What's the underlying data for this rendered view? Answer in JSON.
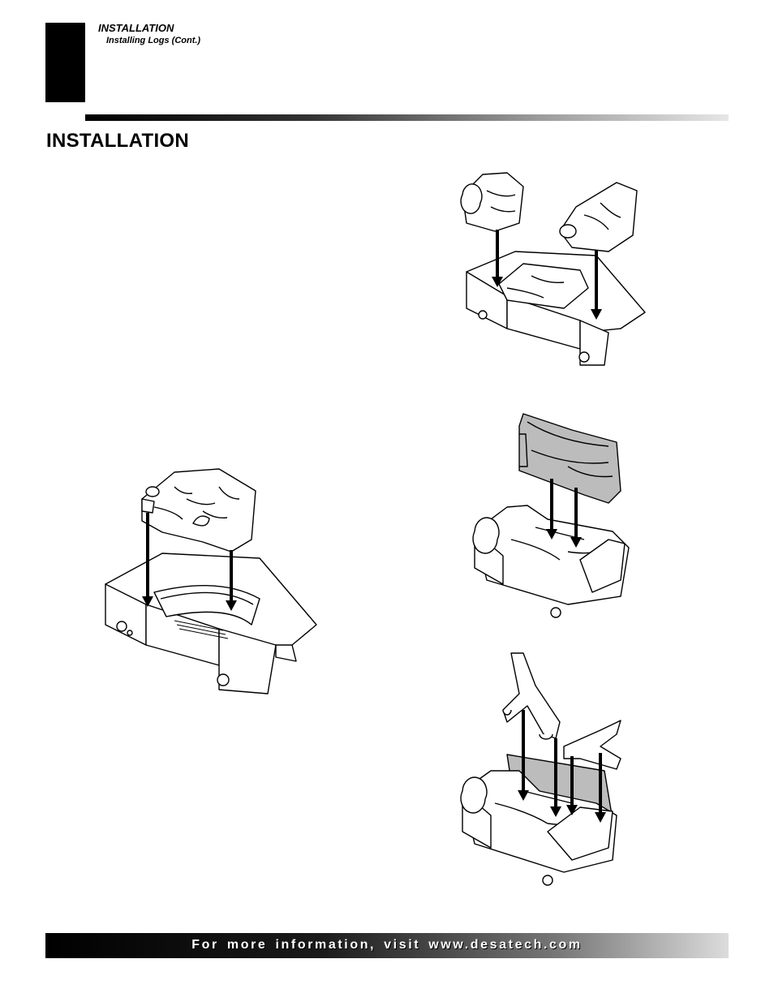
{
  "header": {
    "section": "INSTALLATION",
    "subsection": "Installing Logs (Cont.)"
  },
  "page_title": "INSTALLATION",
  "footer": {
    "text": "For more information, visit www.desatech.com"
  },
  "colors": {
    "rule_start": "#000000",
    "rule_end": "#e6e6e6",
    "footer_text": "#ffffff"
  },
  "figures": [
    {
      "id": "fig-log-assembly-base",
      "subject": "rear log lowered onto burner base"
    },
    {
      "id": "fig-left-right-logs",
      "subject": "left and right logs placed on base"
    },
    {
      "id": "fig-top-log",
      "subject": "top rear log placed on assembly"
    },
    {
      "id": "fig-branch-logs",
      "subject": "two branch logs placed on assembly"
    }
  ]
}
